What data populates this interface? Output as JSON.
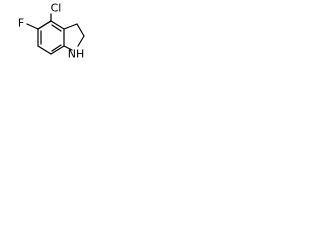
{
  "molecule": {
    "atoms": {
      "chlorine": "Cl",
      "fluorine": "F",
      "amine": "NH"
    }
  }
}
